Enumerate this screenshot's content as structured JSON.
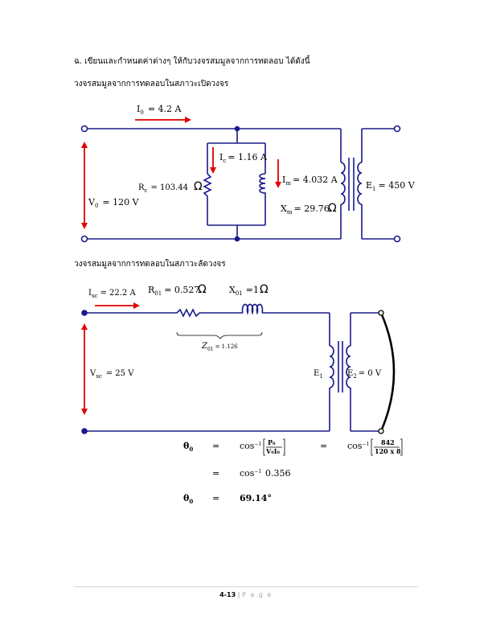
{
  "headings": {
    "question": "ฉ.  เขียนและกำหนดค่าต่างๆ ให้กับวงจรสมมูลจากการทดลอบ ได้ดังนี้",
    "open_circuit": "วงจรสมมูลจากการทดลอบในสภาวะเปิดวงจร",
    "short_circuit": "วงจรสมมูลจากการทดลอบในสภาวะลัดวงจร"
  },
  "open_circuit": {
    "I0": {
      "sym": "I",
      "sub": "0",
      "value": "=  4.2  A"
    },
    "Ic": {
      "sym": "I",
      "sub": "c",
      "value": "= 1.16 A"
    },
    "Im": {
      "sym": "I",
      "sub": "m",
      "value": "= 4.032 A"
    },
    "Rc": {
      "sym": "R",
      "sub": "c",
      "value": "=  103.44"
    },
    "Xm": {
      "sym": "X",
      "sub": "m",
      "value": "= 29.76"
    },
    "V0": {
      "sym": "V",
      "sub": "0",
      "value": "=  120  V"
    },
    "E1": {
      "sym": "E",
      "sub": "1",
      "value": "= 450  V"
    },
    "ohm": "Ω"
  },
  "short_circuit": {
    "Isc": {
      "sym": "I",
      "sub": "sc",
      "value": "=  22.2  A"
    },
    "R01": {
      "sym": "R",
      "sub": "01",
      "value": "=  0.527"
    },
    "X01": {
      "sym": "X",
      "sub": "01",
      "value": "=1"
    },
    "Z01": {
      "sym": "Z",
      "sub": "01",
      "value": "= 1.126"
    },
    "Vsc": {
      "sym": "V",
      "sub": "sc",
      "value": "=  25 V"
    },
    "E1": {
      "sym": "E",
      "sub": "1"
    },
    "E2": {
      "sym": "E",
      "sub": "2",
      "value": "= 0 V"
    },
    "ohm": "Ω"
  },
  "equations": {
    "theta": "θ",
    "theta_sub": "0",
    "eq_sign": "=",
    "cos_inv": "cos",
    "inv_exp": "−1",
    "frac1_num": "P₀",
    "frac1_den": "V₀I₀",
    "frac2_num": "842",
    "frac2_den": "120 x 8",
    "line2_value": "0.356",
    "line3_value": "69.14°"
  },
  "footer": {
    "page_number": "4-13",
    "separator": "|",
    "page_label": "P a g e"
  },
  "colors": {
    "wire": "#1a1a8c",
    "arrow": "#e00000",
    "text": "#000000"
  }
}
